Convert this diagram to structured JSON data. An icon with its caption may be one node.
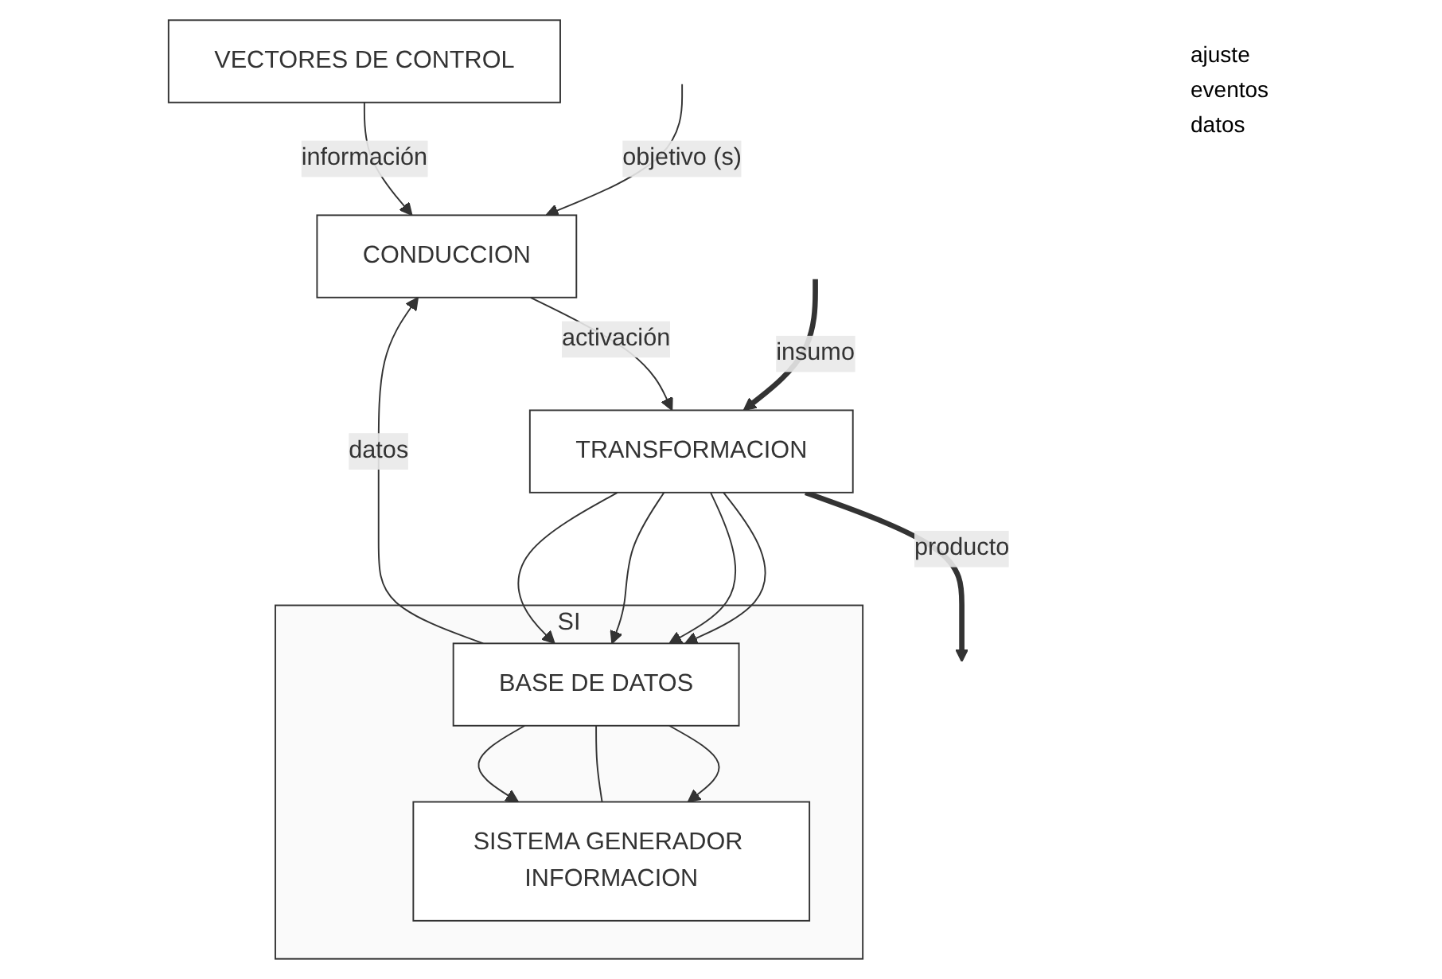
{
  "diagram": {
    "nodes": [
      {
        "text": [
          "CONDUCCION"
        ]
      },
      {
        "text": [
          "TRANSFORMACION"
        ]
      },
      {
        "text": [
          "SI"
        ]
      },
      {
        "text": [
          "BASE DE DATOS"
        ],
        "in": 2
      },
      {
        "text": [
          "SISTEMA GENERADOR INFORMACION"
        ],
        "in": 2
      },
      {
        "text": [
          "VECTORES DE CONTROL"
        ]
      }
    ],
    "edges": [
      {
        "from": null,
        "to": 0,
        "arrow": "to",
        "label": "objetivo (s)"
      },
      {
        "from": null,
        "to": 1,
        "arrow": "to",
        "label": "insumo",
        "style": "thick"
      },
      {
        "from": 1,
        "to": null,
        "arrow": "to",
        "label": "producto",
        "style": "thick"
      },
      {
        "from": 0,
        "to": 1,
        "arrow": "to",
        "label": "activación"
      },
      {
        "from": 1,
        "to": 3,
        "arrow": "to"
      },
      {
        "from": 1,
        "to": 3,
        "arrow": "to"
      },
      {
        "from": 1,
        "to": 3,
        "arrow": "to"
      },
      {
        "from": 1,
        "to": 3,
        "arrow": "to"
      },
      {
        "from": 3,
        "to": 0,
        "arrow": "to",
        "label": "datos"
      },
      {
        "from": 3,
        "to": 4,
        "arrow": "to"
      },
      {
        "from": 3,
        "to": 4,
        "arrow": "none"
      },
      {
        "from": 3,
        "to": 4,
        "arrow": "to"
      },
      {
        "from": 5,
        "to": 0,
        "arrow": "to",
        "label": "información"
      }
    ],
    "labels": [
      "ajuste",
      "eventos",
      "datos"
    ]
  }
}
